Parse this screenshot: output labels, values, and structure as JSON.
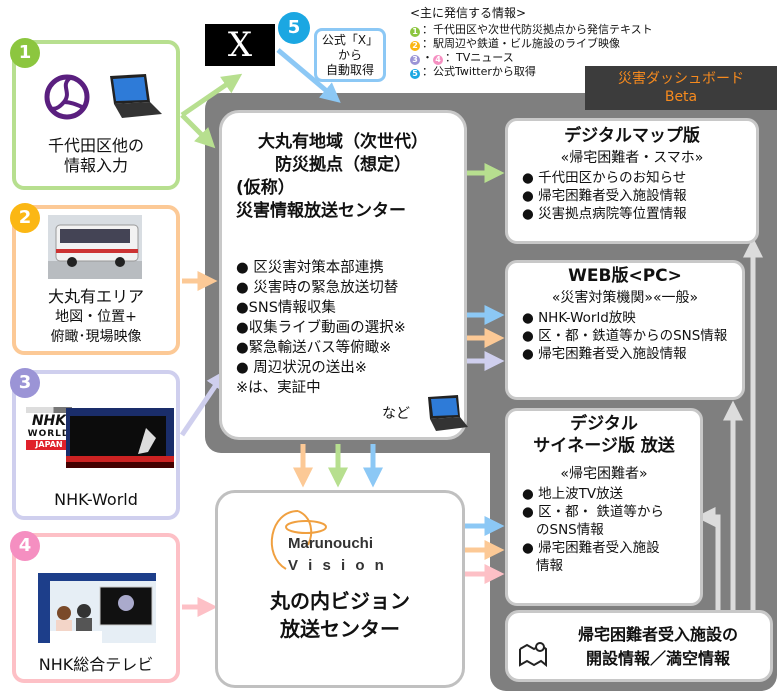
{
  "legend": {
    "title": "<主に発信する情報>",
    "items": [
      {
        "markers": [
          "1"
        ],
        "text": "：千代田区や次世代防災拠点から発信テキスト"
      },
      {
        "markers": [
          "2"
        ],
        "text": "：駅周辺や鉄道・ビル施設のライブ映像"
      },
      {
        "markers": [
          "3",
          "4"
        ],
        "text": "：TVニュース"
      },
      {
        "markers": [
          "5"
        ],
        "text": "：公式Twitterから取得"
      }
    ]
  },
  "dashboard": {
    "title": "災害ダッシュボード",
    "subtitle": "Beta"
  },
  "colors": {
    "green": "#b7df8f",
    "orange": "#fcc996",
    "lavender": "#cfcfee",
    "pink": "#fdc0c6",
    "blue": "#8cc8f5",
    "badge1": "#8cc63f",
    "badge2": "#fbb714",
    "badge3": "#9b94d6",
    "badge4": "#f58fc1",
    "badge5": "#1ba7e2",
    "frame": "#7f7f7f",
    "dash_bg": "#3c3c3c",
    "dash_text": "#f68a1e"
  },
  "sources": [
    {
      "number": "1",
      "label_lines": [
        "千代田区他の",
        "情報入力"
      ]
    },
    {
      "number": "2",
      "label_lines": [
        "大丸有エリア",
        "地図・位置+",
        "俯瞰･現場映像"
      ]
    },
    {
      "number": "3",
      "label_lines": [
        "NHK-World"
      ],
      "logo": {
        "line1": "NHK",
        "line2": "WORLD",
        "line3": "JAPAN"
      }
    },
    {
      "number": "4",
      "label_lines": [
        "NHK総合テレビ"
      ]
    }
  ],
  "x_source": {
    "number": "5",
    "logo": "X",
    "callout_lines": [
      "公式「X」",
      "から",
      "自動取得"
    ]
  },
  "center": {
    "title_lines": [
      "大丸有地域（次世代）",
      "防災拠点（想定）",
      "(仮称）",
      "災害情報放送センター"
    ],
    "bullets": [
      "● 区災害対策本部連携",
      "● 災害時の緊急放送切替",
      "●SNS情報収集",
      "●収集ライブ動画の選択※",
      "●緊急輸送バス等俯瞰※",
      "● 周辺状況の送出※"
    ],
    "note": "※は、実証中",
    "etc": "など"
  },
  "outputs": {
    "digital_map": {
      "title": "デジタルマップ版",
      "subtitle": "«帰宅困難者・スマホ»",
      "bullets": [
        "● 千代田区からのお知らせ",
        "● 帰宅困難者受入施設情報",
        "● 災害拠点病院等位置情報"
      ]
    },
    "web": {
      "title": "WEB版<PC>",
      "subtitle": "«災害対策機関»«一般»",
      "bullets": [
        "● NHK-World放映",
        "● 区・都・鉄道等からのSNS情報",
        "● 帰宅困難者受入施設情報"
      ]
    },
    "signage": {
      "title_lines": [
        "デジタル",
        "サイネージ版 放送"
      ],
      "subtitle": "«帰宅困難者»",
      "bullets": [
        "● 地上波TV放送",
        "● 区・都・ 鉄道等からのSNS情報",
        "● 帰宅困難者受入施設情報"
      ]
    },
    "facility": {
      "title_lines": [
        "帰宅困難者受入施設の",
        "開設情報／満空情報"
      ]
    }
  },
  "marunouchi": {
    "logo_line1": "Marunouchi",
    "logo_line2": "V i s i o n",
    "title_lines": [
      "丸の内ビジョン",
      "放送センター"
    ]
  }
}
